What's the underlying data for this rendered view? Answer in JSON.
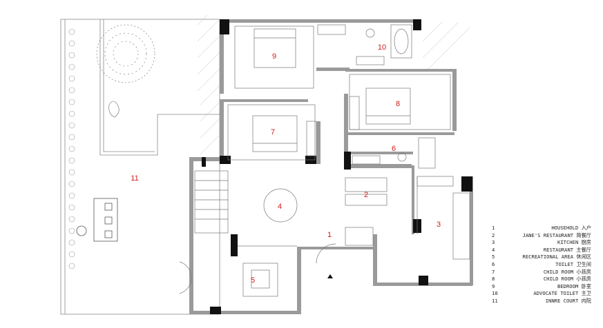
{
  "rooms": [
    {
      "id": "1",
      "number": "1"
    },
    {
      "id": "2",
      "number": "2"
    },
    {
      "id": "3",
      "number": "3"
    },
    {
      "id": "4",
      "number": "4"
    },
    {
      "id": "5",
      "number": "5"
    },
    {
      "id": "6",
      "number": "6"
    },
    {
      "id": "7",
      "number": "7"
    },
    {
      "id": "8",
      "number": "8"
    },
    {
      "id": "9",
      "number": "9"
    },
    {
      "id": "10",
      "number": "10"
    },
    {
      "id": "11",
      "number": "11"
    }
  ],
  "legend": [
    {
      "index": "1",
      "text": "HOUSEHOLD 入户"
    },
    {
      "index": "2",
      "text": "JANE'S RESTAURANT 简餐厅"
    },
    {
      "index": "3",
      "text": "KITCHEN 厨房"
    },
    {
      "index": "4",
      "text": "RESTAURANT 主餐厅"
    },
    {
      "index": "5",
      "text": "RECREATIONAL AREA 休闲区"
    },
    {
      "index": "6",
      "text": "TOILET 卫生间"
    },
    {
      "index": "7",
      "text": "CHILD ROOM 小孩房"
    },
    {
      "index": "8",
      "text": "CHILD ROOM 小孩房"
    },
    {
      "index": "9",
      "text": "BEDROOM 卧室"
    },
    {
      "index": "10",
      "text": "ADVOCATE TOILET 主卫"
    },
    {
      "index": "11",
      "text": "INNRE COURT 内院"
    }
  ],
  "colors": {
    "wall": "#9a9a9a",
    "wall_dark": "#111111",
    "line": "#777777",
    "label": "#d11a1a"
  }
}
